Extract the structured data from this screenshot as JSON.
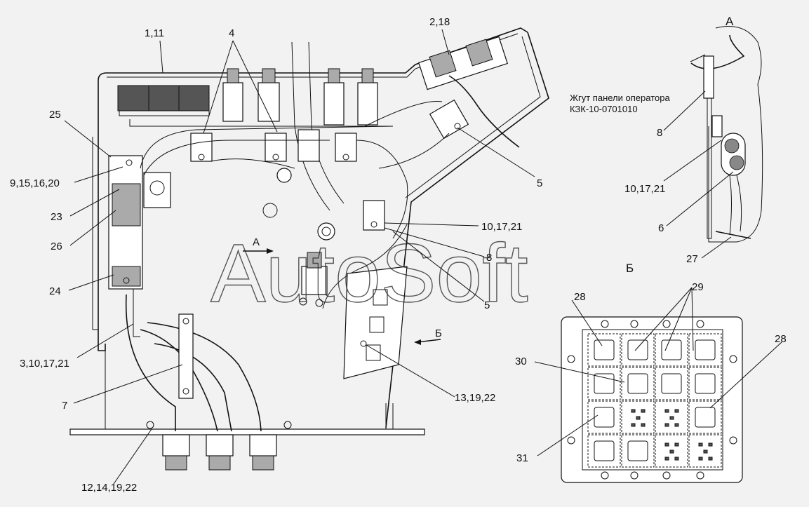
{
  "diagram": {
    "callouts": [
      {
        "id": "c-1-11",
        "text": "1,11"
      },
      {
        "id": "c-4",
        "text": "4"
      },
      {
        "id": "c-2-18",
        "text": "2,18"
      },
      {
        "id": "c-25",
        "text": "25"
      },
      {
        "id": "c-9-15-16-20",
        "text": "9,15,16,20"
      },
      {
        "id": "c-23",
        "text": "23"
      },
      {
        "id": "c-26",
        "text": "26"
      },
      {
        "id": "c-24",
        "text": "24"
      },
      {
        "id": "c-3-10-17-21",
        "text": "3,10,17,21"
      },
      {
        "id": "c-7",
        "text": "7"
      },
      {
        "id": "c-12-14-19-22",
        "text": "12,14,19,22"
      },
      {
        "id": "c-5-top",
        "text": "5"
      },
      {
        "id": "c-10-17-21-mid",
        "text": "10,17,21"
      },
      {
        "id": "c-8-mid",
        "text": "8"
      },
      {
        "id": "c-5-mid",
        "text": "5"
      },
      {
        "id": "c-13-19-22",
        "text": "13,19,22"
      },
      {
        "id": "c-8-right",
        "text": "8"
      },
      {
        "id": "c-10-17-21-right",
        "text": "10,17,21"
      },
      {
        "id": "c-6",
        "text": "6"
      },
      {
        "id": "c-27",
        "text": "27"
      },
      {
        "id": "c-28-left",
        "text": "28"
      },
      {
        "id": "c-29",
        "text": "29"
      },
      {
        "id": "c-28-right",
        "text": "28"
      },
      {
        "id": "c-30",
        "text": "30"
      },
      {
        "id": "c-31",
        "text": "31"
      }
    ],
    "view_labels": {
      "view_a_title": "А",
      "view_b_title": "Б",
      "arrow_a": "А",
      "arrow_b": "Б"
    },
    "note_line1": "Жгут панели оператора",
    "note_line2": "КЗК-10-0701010",
    "watermark": "AutoSoft"
  }
}
